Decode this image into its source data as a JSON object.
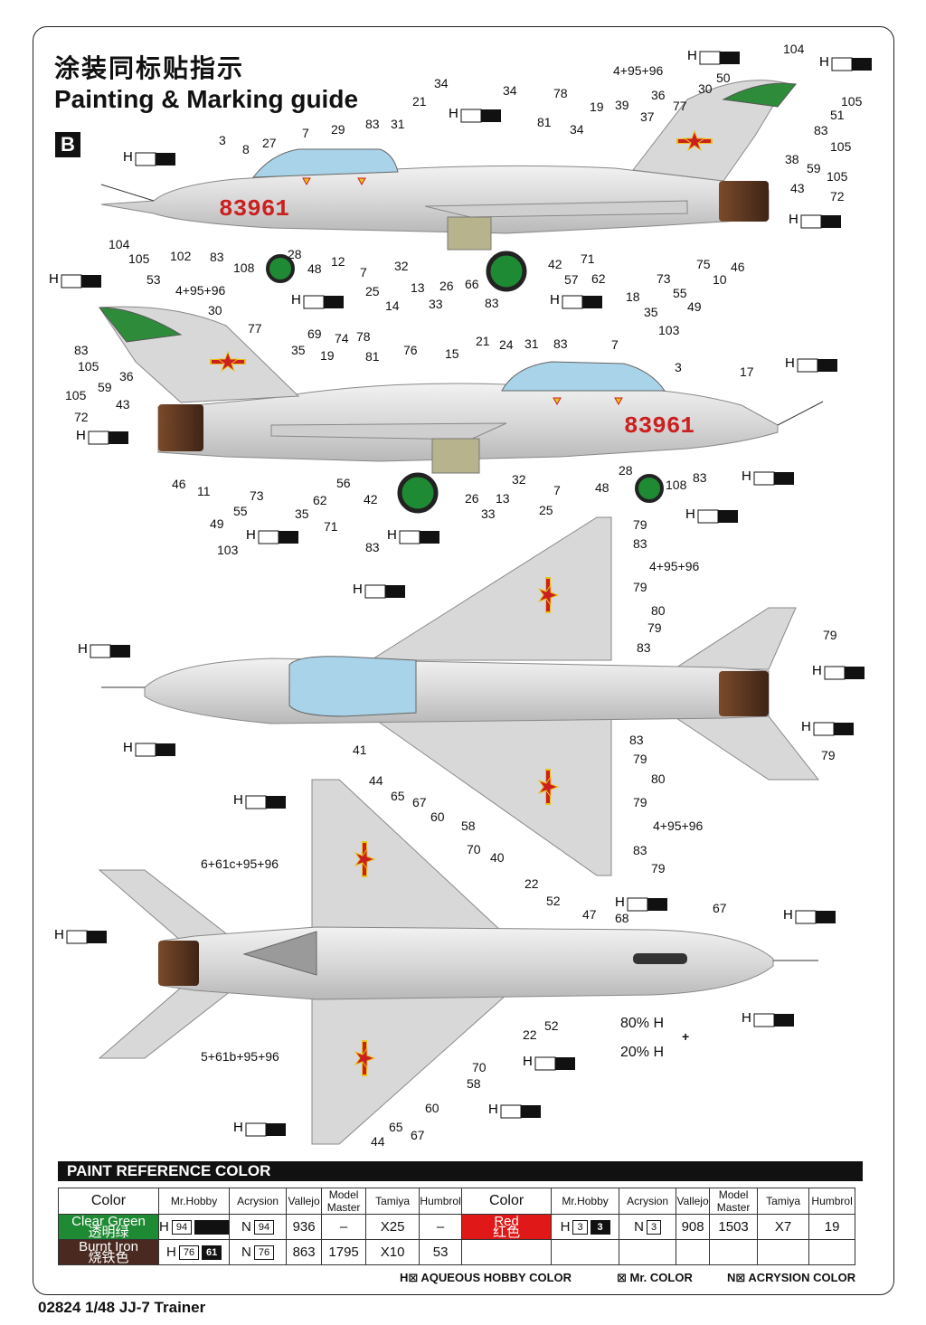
{
  "header": {
    "title_cn": "涂装同标贴指示",
    "title_en": "Painting & Marking guide",
    "scheme_badge": "B"
  },
  "aircraft": {
    "serial": "83961"
  },
  "colors": {
    "aircraft_body": "#dcdcdc",
    "fin_green": "#2e8b3a",
    "burnt_iron": "#5a3a22",
    "red_star": "#cc1f1f",
    "star_yellow": "#e8c21a",
    "canopy": "#a9d3e8",
    "dark_ink": "#111111"
  },
  "paint_table": {
    "title": "PAINT  REFERENCE COLOR",
    "headers": [
      "Color",
      "Mr.Hobby",
      "Acrysion",
      "Vallejo",
      "Model Master",
      "Tamiya",
      "Humbrol"
    ],
    "rows_left": [
      {
        "name_en": "Clear Green",
        "name_cn": "透明绿",
        "swatch": "#1f8a34",
        "mrhobby_h": "94",
        "acrysion": "94",
        "vallejo": "936",
        "model_master": "–",
        "tamiya": "X25",
        "humbrol": "–"
      },
      {
        "name_en": "Burnt Iron",
        "name_cn": "烧铁色",
        "swatch": "#4a2a20",
        "mrhobby_h": "76",
        "mrhobby_mr": "61",
        "acrysion": "76",
        "vallejo": "863",
        "model_master": "1795",
        "tamiya": "X10",
        "humbrol": "53"
      }
    ],
    "rows_right": [
      {
        "name_en": "Red",
        "name_cn": "红色",
        "swatch": "#e01818",
        "mrhobby_h": "3",
        "mrhobby_mr": "3",
        "acrysion": "3",
        "vallejo": "908",
        "model_master": "1503",
        "tamiya": "X7",
        "humbrol": "19"
      }
    ]
  },
  "legend": {
    "h": "H⊠  AQUEOUS HOBBY COLOR",
    "mr": "⊠  Mr. COLOR",
    "n": "N⊠  ACRYSION COLOR"
  },
  "footer": {
    "product": "02824 1/48 JJ-7 Trainer"
  },
  "callouts": {
    "mix_top": "80% H",
    "mix_plus": "+",
    "mix_bottom": "20% H",
    "deco_1": "4+95+96",
    "deco_2": "6+61c+95+96",
    "deco_3": "5+61b+95+96"
  }
}
